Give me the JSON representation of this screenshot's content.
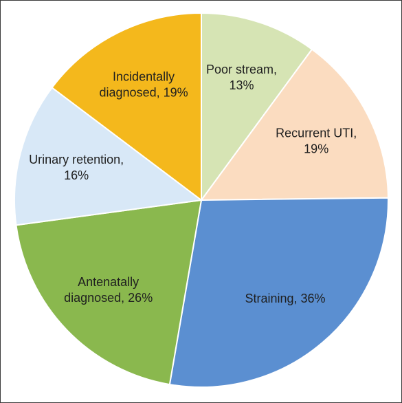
{
  "chart_data": {
    "type": "pie",
    "title": "",
    "slices": [
      {
        "label_line1": "Poor stream,",
        "label_line2": "13%",
        "value": 13,
        "color": "#d6e4b4"
      },
      {
        "label_line1": "Recurrent UTI,",
        "label_line2": "19%",
        "value": 19,
        "color": "#fbdcc0"
      },
      {
        "label_line1": "Straining, 36%",
        "label_line2": "",
        "value": 36,
        "color": "#5b8fd1"
      },
      {
        "label_line1": "Antenatally",
        "label_line2": "diagnosed, 26%",
        "value": 26,
        "color": "#8ab84e"
      },
      {
        "label_line1": "Urinary retention,",
        "label_line2": "16%",
        "value": 16,
        "color": "#d8e8f7"
      },
      {
        "label_line1": "Incidentally",
        "label_line2": "diagnosed, 19%",
        "value": 19,
        "color": "#f4b81c"
      }
    ],
    "start_angle_deg": 0,
    "direction": "clockwise",
    "legend": "none"
  }
}
